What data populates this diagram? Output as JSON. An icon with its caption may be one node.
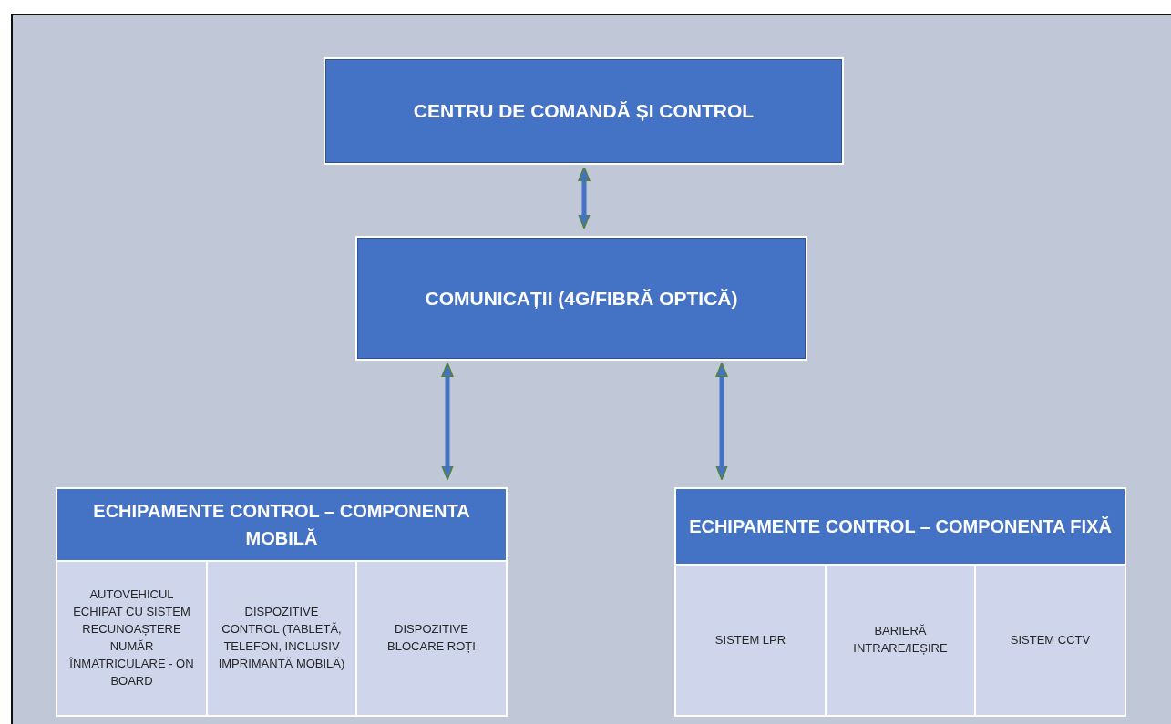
{
  "diagram": {
    "nodes": [
      {
        "text": [
          "CENTRU DE COMANDĂ ȘI CONTROL"
        ]
      },
      {
        "text": [
          "COMUNICAȚII (4G/FIBRĂ OPTICĂ)"
        ]
      },
      {
        "text": [
          "ECHIPAMENTE CONTROL – COMPONENTA MOBILĂ"
        ]
      },
      {
        "text": [
          "AUTOVEHICUL ECHIPAT CU SISTEM RECUNOAȘTERE NUMĂR ÎNMATRICULARE - ON BOARD"
        ],
        "in": 2
      },
      {
        "text": [
          "DISPOZITIVE CONTROL (TABLETĂ, TELEFON, INCLUSIV IMPRIMANTĂ MOBILĂ)"
        ],
        "in": 2
      },
      {
        "text": [
          "DISPOZITIVE BLOCARE ROȚI"
        ],
        "in": 2
      },
      {
        "text": [
          "ECHIPAMENTE CONTROL – COMPONENTA FIXĂ"
        ]
      },
      {
        "text": [
          "SISTEM LPR"
        ],
        "in": 6
      },
      {
        "text": [
          "BARIERĂ INTRARE/IEȘIRE"
        ],
        "in": 6
      },
      {
        "text": [
          "SISTEM CCTV"
        ],
        "in": 6
      }
    ],
    "edges": [
      {
        "from": 0,
        "to": 1,
        "arrow": "both"
      },
      {
        "from": 1,
        "to": 2,
        "arrow": "both"
      },
      {
        "from": 1,
        "to": 6,
        "arrow": "both"
      }
    ]
  }
}
